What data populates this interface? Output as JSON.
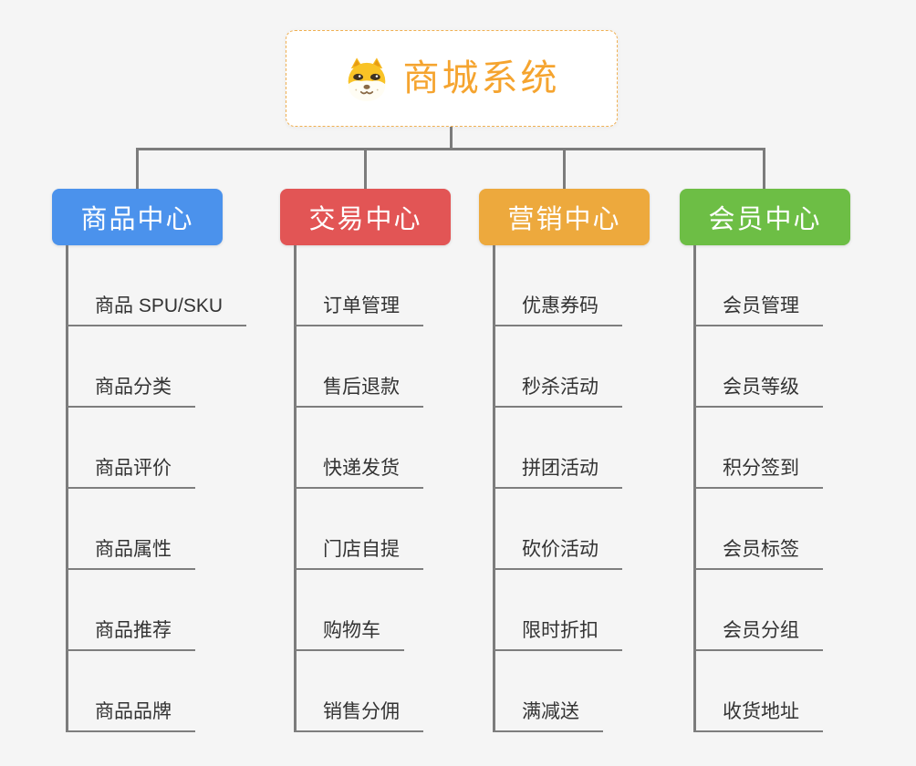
{
  "app": {
    "background": "#f5f5f5",
    "connector_color": "#7c7c7c",
    "underline_color": "#7e7e7e",
    "item_text_color": "#333333"
  },
  "root": {
    "title": "商城系统",
    "icon": "shiba-dog-icon",
    "text_color": "#f5a42f",
    "border_color": "#f0b052",
    "background": "#ffffff"
  },
  "branches": [
    {
      "id": "product-center",
      "label": "商品中心",
      "color": "#4b92ec",
      "items": [
        "商品 SPU/SKU",
        "商品分类",
        "商品评价",
        "商品属性",
        "商品推荐",
        "商品品牌"
      ]
    },
    {
      "id": "trade-center",
      "label": "交易中心",
      "color": "#e25555",
      "items": [
        "订单管理",
        "售后退款",
        "快递发货",
        "门店自提",
        "购物车",
        "销售分佣"
      ]
    },
    {
      "id": "marketing-center",
      "label": "营销中心",
      "color": "#eda93d",
      "items": [
        "优惠券码",
        "秒杀活动",
        "拼团活动",
        "砍价活动",
        "限时折扣",
        "满减送"
      ]
    },
    {
      "id": "member-center",
      "label": "会员中心",
      "color": "#6dbe45",
      "items": [
        "会员管理",
        "会员等级",
        "积分签到",
        "会员标签",
        "会员分组",
        "收货地址"
      ]
    }
  ]
}
